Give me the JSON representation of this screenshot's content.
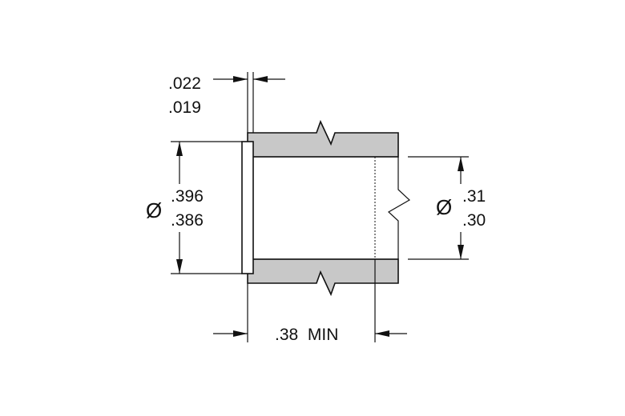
{
  "colors": {
    "section_fill": "#c8c8c8",
    "line": "#111111",
    "background": "#ffffff"
  },
  "dimensions": {
    "flange_thickness": {
      "upper": ".022",
      "lower": ".019"
    },
    "outer_diameter": {
      "symbol": "Ø",
      "upper": ".396",
      "lower": ".386"
    },
    "inner_diameter": {
      "symbol": "Ø",
      "upper": ".31",
      "lower": ".30"
    },
    "length": {
      "label": ".38  MIN"
    }
  }
}
